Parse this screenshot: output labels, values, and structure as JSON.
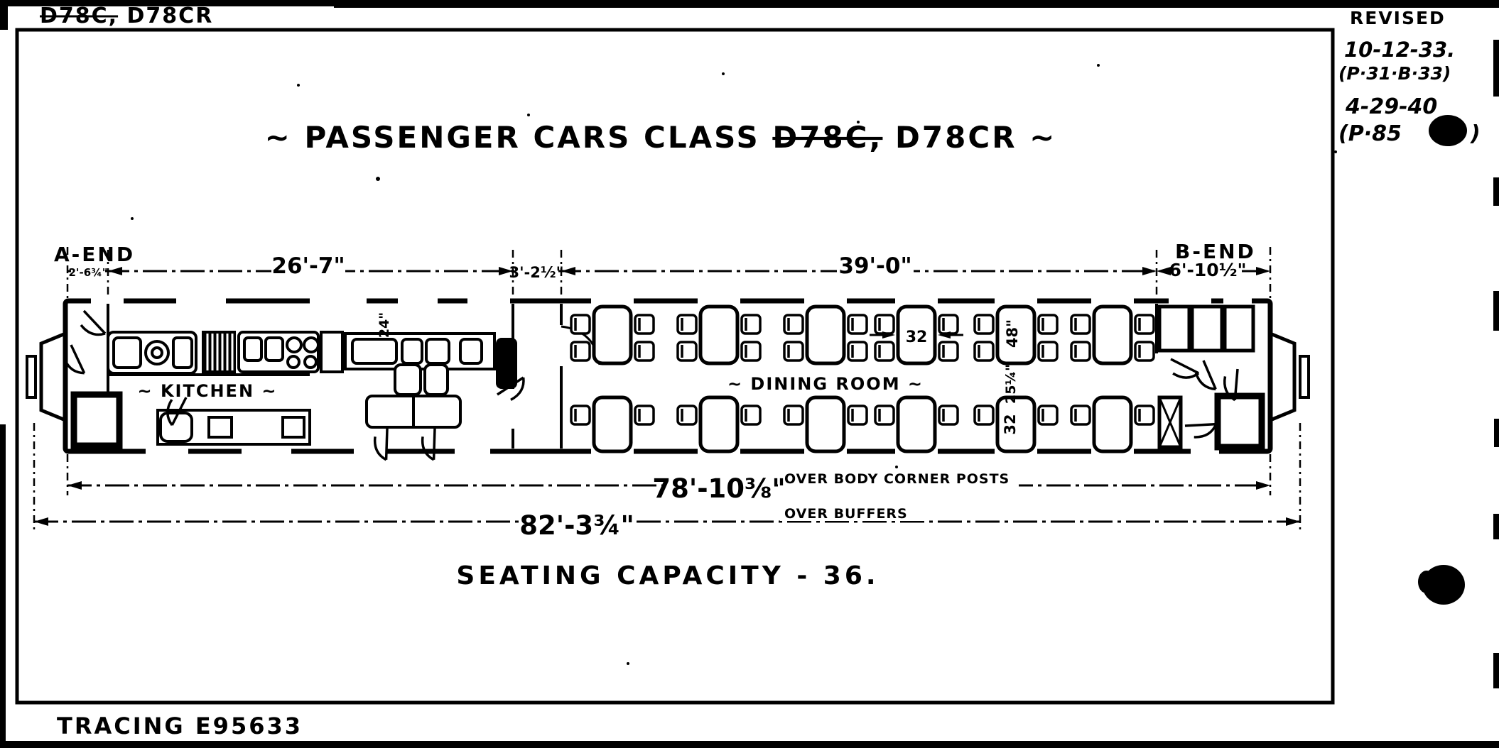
{
  "colors": {
    "ink": "#000000",
    "paper": "#ffffff"
  },
  "header": {
    "struck_class": "D78C,",
    "class": " D78CR"
  },
  "revision": {
    "label": "REVISED",
    "date1": "10-12-33.",
    "ref1": "(P·31·B·33)",
    "date2": "4-29-40",
    "ref2_open": "(P·85",
    "ref2_close": ")"
  },
  "title": {
    "prefix": "~ PASSENGER CARS CLASS ",
    "struck": "D78C,",
    "suffix": " D78CR ~"
  },
  "ends": {
    "a": "A-END",
    "b": "B-END"
  },
  "dims_top": {
    "d1": "2'-6¾\"",
    "d2": "26'-7\"",
    "d3": "3'-2½\"",
    "d4": "39'-0\"",
    "d5": "6'-10½\""
  },
  "rooms": {
    "kitchen": "~ KITCHEN ~",
    "dining": "~ DINING ROOM ~"
  },
  "dims_interior": {
    "pantry_counter": "24\"",
    "table_width": "32",
    "table_length": "48\"",
    "aisle": "25¼\"",
    "lower_table": "32"
  },
  "dims_bottom": {
    "body": "78'-10⅜\"",
    "body_note": "OVER BODY CORNER POSTS",
    "buffers": "82'-3¾\"",
    "buffers_note": "OVER BUFFERS"
  },
  "notes": {
    "seating": "SEATING CAPACITY - 36."
  },
  "footer": {
    "tracing": "TRACING E95633"
  }
}
